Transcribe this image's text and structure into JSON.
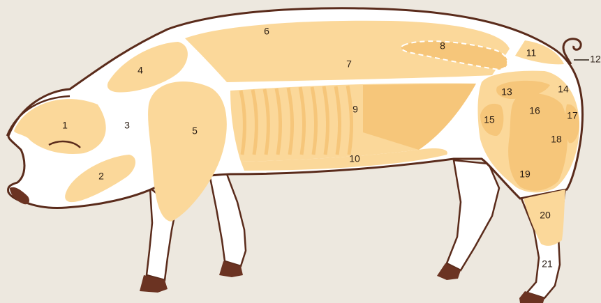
{
  "colors": {
    "background": "#ede8df",
    "body_fill": "#ffffff",
    "outline": "#5a2b1b",
    "hoof": "#6b3322",
    "cut_fill": "#fbd89a",
    "cut_fill_dark": "#f6c67a",
    "label_text": "#2a1d14"
  },
  "cuts": [
    {
      "id": "1",
      "label": "1"
    },
    {
      "id": "2",
      "label": "2"
    },
    {
      "id": "3",
      "label": "3"
    },
    {
      "id": "4",
      "label": "4"
    },
    {
      "id": "5",
      "label": "5"
    },
    {
      "id": "6",
      "label": "6"
    },
    {
      "id": "7",
      "label": "7"
    },
    {
      "id": "8",
      "label": "8"
    },
    {
      "id": "9",
      "label": "9"
    },
    {
      "id": "10",
      "label": "10"
    },
    {
      "id": "11",
      "label": "11"
    },
    {
      "id": "12",
      "label": "12"
    },
    {
      "id": "13",
      "label": "13"
    },
    {
      "id": "14",
      "label": "14"
    },
    {
      "id": "15",
      "label": "15"
    },
    {
      "id": "16",
      "label": "16"
    },
    {
      "id": "17",
      "label": "17"
    },
    {
      "id": "18",
      "label": "18"
    },
    {
      "id": "19",
      "label": "19"
    },
    {
      "id": "20",
      "label": "20"
    },
    {
      "id": "21",
      "label": "21"
    }
  ]
}
